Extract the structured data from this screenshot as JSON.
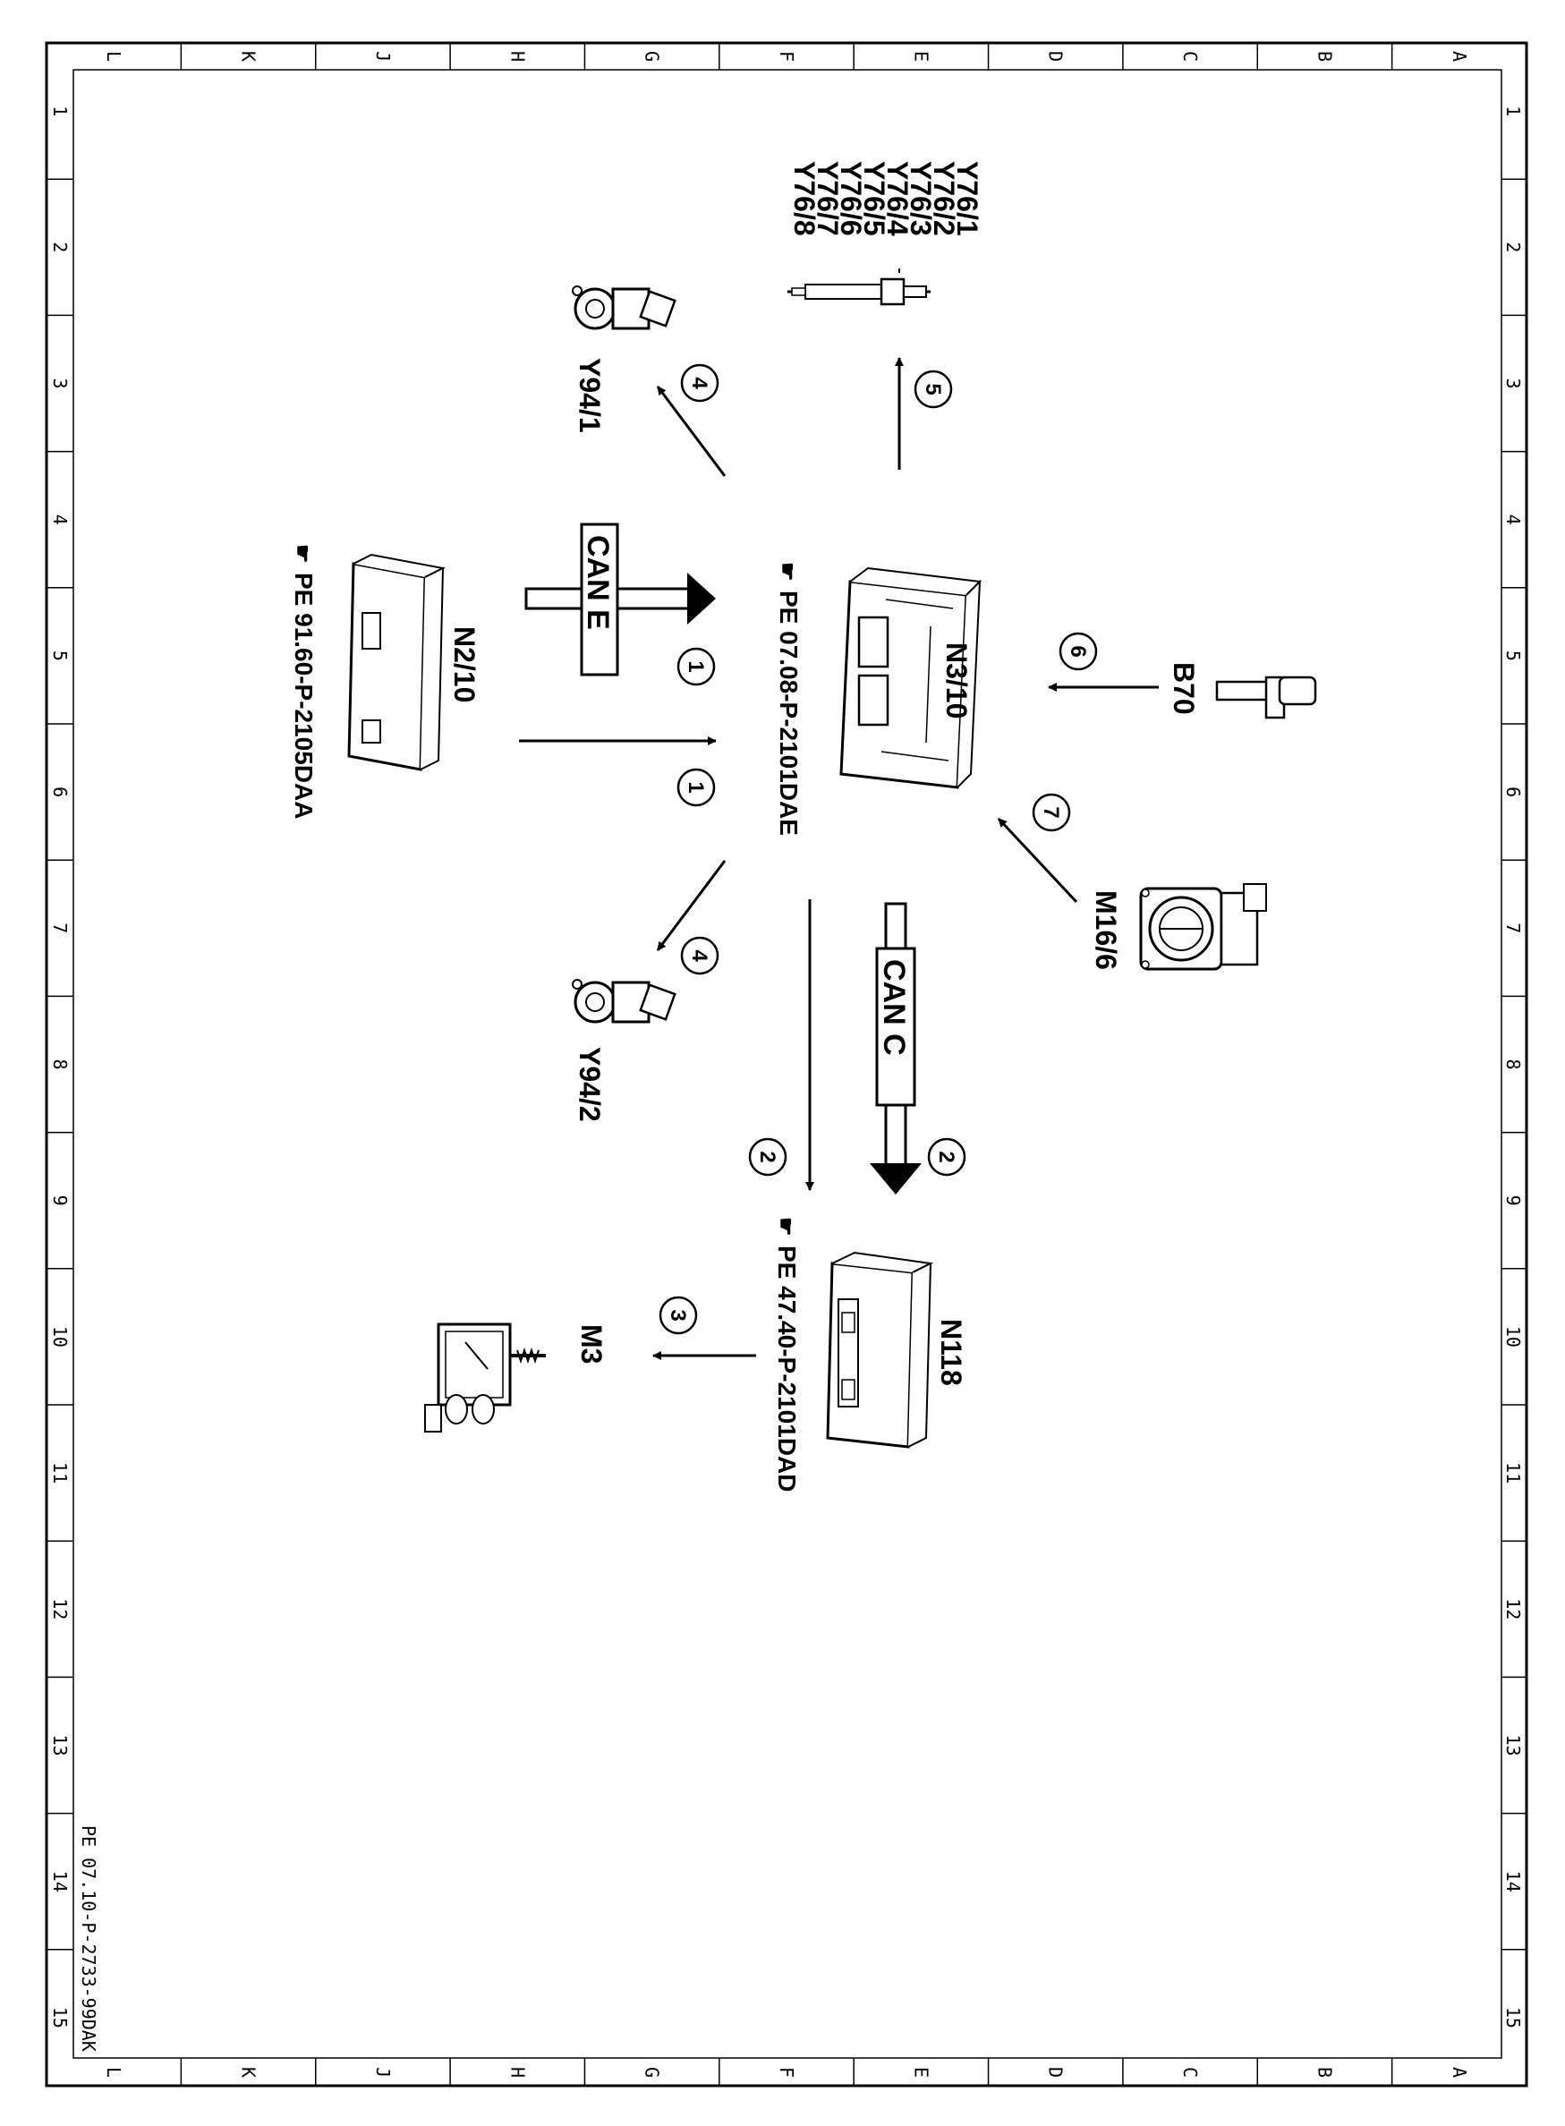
{
  "frame": {
    "row_letters": [
      "L",
      "K",
      "J",
      "H",
      "G",
      "F",
      "E",
      "D",
      "C",
      "B",
      "A"
    ],
    "col_numbers": [
      "1",
      "2",
      "3",
      "4",
      "5",
      "6",
      "7",
      "8",
      "9",
      "10",
      "11",
      "12",
      "13",
      "14",
      "15"
    ]
  },
  "document_id": "PE 07.10-P-2733-99DAK",
  "components": {
    "n3_10": {
      "code": "N3/10",
      "ref": "PE 07.08-P-2101DAE"
    },
    "n2_10": {
      "code": "N2/10",
      "ref": "PE 91.60-P-2105DAA"
    },
    "n118": {
      "code": "N118",
      "ref": "PE 47.40-P-2101DAD"
    },
    "m3": {
      "code": "M3"
    },
    "y94_1": {
      "code": "Y94/1"
    },
    "y94_2": {
      "code": "Y94/2"
    },
    "m16_6": {
      "code": "M16/6"
    },
    "b70": {
      "code": "B70"
    },
    "injectors": {
      "codes": [
        "Y76/1",
        "Y76/2",
        "Y76/3",
        "Y76/4",
        "Y76/5",
        "Y76/6",
        "Y76/7",
        "Y76/8"
      ]
    }
  },
  "bus": {
    "can_e": "CAN E",
    "can_c": "CAN C"
  },
  "markers": {
    "m1a": "1",
    "m1b": "1",
    "m2a": "2",
    "m2b": "2",
    "m3": "3",
    "m4a": "4",
    "m4b": "4",
    "m5": "5",
    "m6": "6",
    "m7": "7"
  }
}
